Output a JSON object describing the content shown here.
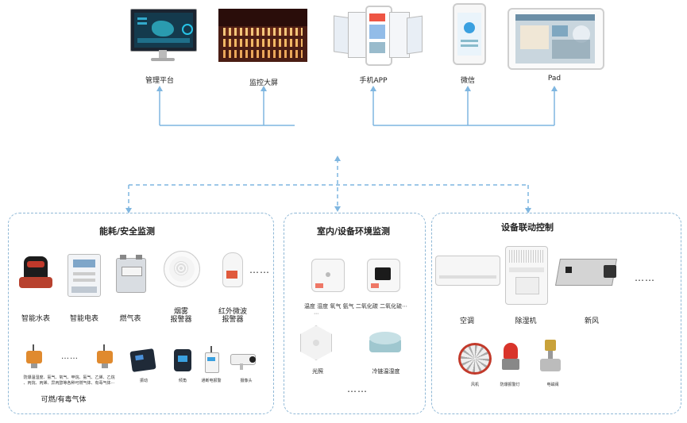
{
  "platforms": [
    {
      "label": "管理平台",
      "icon": "monitor-icon"
    },
    {
      "label": "监控大屏",
      "icon": "video-wall-icon"
    },
    {
      "label": "手机APP",
      "icon": "phone-app-icon"
    },
    {
      "label": "微信",
      "icon": "wechat-phone-icon"
    },
    {
      "label": "Pad",
      "icon": "tablet-icon"
    }
  ],
  "panel_energy": {
    "title": "能耗/安全监测",
    "devices": [
      "智能水表",
      "智能电表",
      "燃气表",
      "烟雾\n报警器",
      "红外微波\n报警器"
    ],
    "gas_desc_1": "防爆温湿度、氨气、氧气、甲烷、氨气、乙烯、乙烷",
    "gas_desc_2": "、丙烷、丙烯、异丙醇等各种可燃气体、有毒气体⋯",
    "small_labels": [
      "振动",
      "倾角",
      "通断电报警",
      "摄像头"
    ],
    "gas_group": "可燃/有毒气体",
    "ellipsis": "……",
    "mid_ellipsis": "……"
  },
  "panel_env": {
    "title": "室内/设备环境监测",
    "sensor_desc": "温度  湿度  氧气  氨气  二氧化碳  二氧化硫⋯",
    "sensor_desc_2": "⋯",
    "devices": [
      "光照",
      "冷链温湿度"
    ],
    "ellipsis": "……"
  },
  "panel_control": {
    "title": "设备联动控制",
    "devices": [
      "空调",
      "除湿机",
      "新风"
    ],
    "small_labels": [
      "风机",
      "防爆报警灯",
      "电磁阀"
    ],
    "ellipsis": "……"
  },
  "colors": {
    "line": "#7fb6e0",
    "panel_border": "#8fb8d6",
    "accent_red": "#d9342b"
  }
}
